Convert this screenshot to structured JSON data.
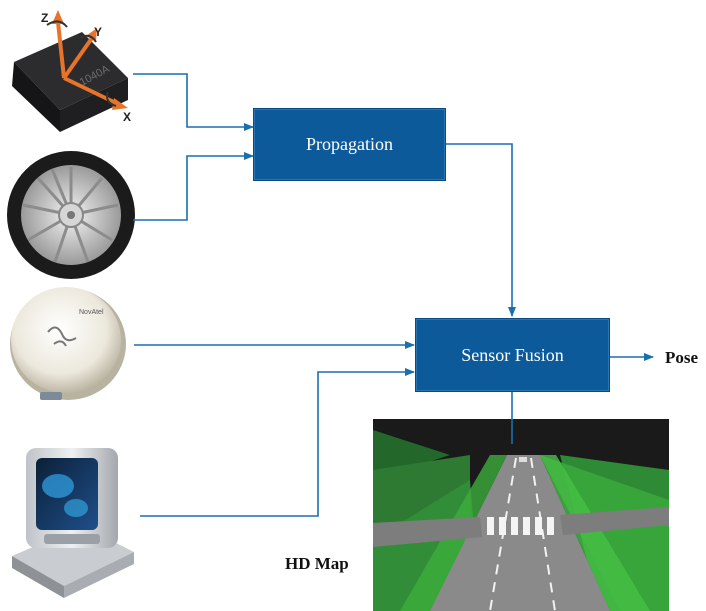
{
  "diagram": {
    "propagation_label": "Propagation",
    "sensor_fusion_label": "Sensor Fusion",
    "output_label": "Pose",
    "map_label": "HD Map",
    "imu_chip_text": "1040A",
    "imu_axis_z": "Z",
    "imu_axis_y": "Y",
    "imu_axis_x": "X",
    "gnss_brand": "NovAtel"
  },
  "colors": {
    "box_fill": "#0d5a9b",
    "arrow": "#1a6fae",
    "map_road": "#8a8a8a",
    "map_grass": "#3cae3c"
  }
}
